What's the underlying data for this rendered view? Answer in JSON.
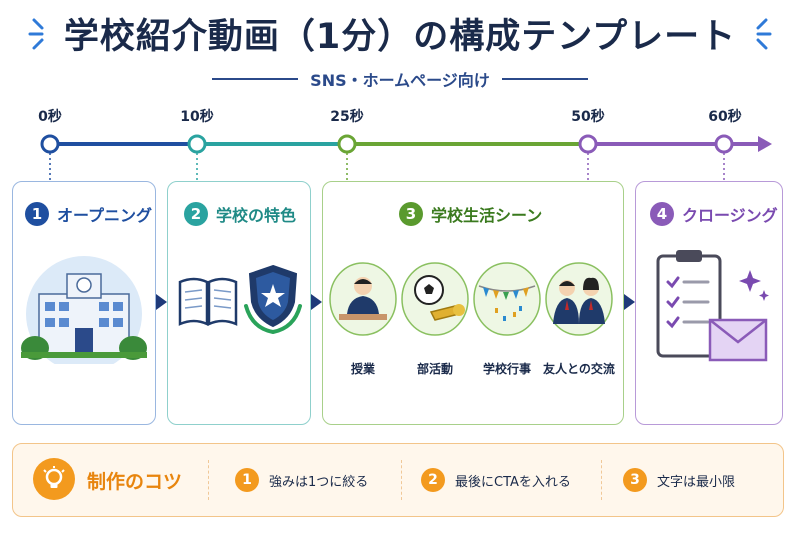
{
  "title": "学校紹介動画（1分）の構成テンプレート",
  "subtitle": "SNS・ホームページ向け",
  "timeline": {
    "ticks": [
      "0秒",
      "10秒",
      "25秒",
      "50秒",
      "60秒"
    ],
    "colors": [
      "#1f4fa0",
      "#2aa3a0",
      "#6aa535",
      "#8a5bb8"
    ]
  },
  "sections": [
    {
      "num": "1",
      "label": "オープニング",
      "color": "#1f4fa0"
    },
    {
      "num": "2",
      "label": "学校の特色",
      "color": "#2aa3a0"
    },
    {
      "num": "3",
      "label": "学校生活シーン",
      "color": "#5a9a2e"
    },
    {
      "num": "4",
      "label": "クロージング",
      "color": "#8a5bb8"
    }
  ],
  "scenes": [
    "授業",
    "部活動",
    "学校行事",
    "友人との交流"
  ],
  "tips": {
    "heading": "制作のコツ",
    "items": [
      {
        "num": "1",
        "text": "強みは1つに絞る"
      },
      {
        "num": "2",
        "text": "最後にCTAを入れる"
      },
      {
        "num": "3",
        "text": "文字は最小限"
      }
    ]
  },
  "colors": {
    "accent_orange": "#f39a1e",
    "navy": "#1a2a4a"
  }
}
